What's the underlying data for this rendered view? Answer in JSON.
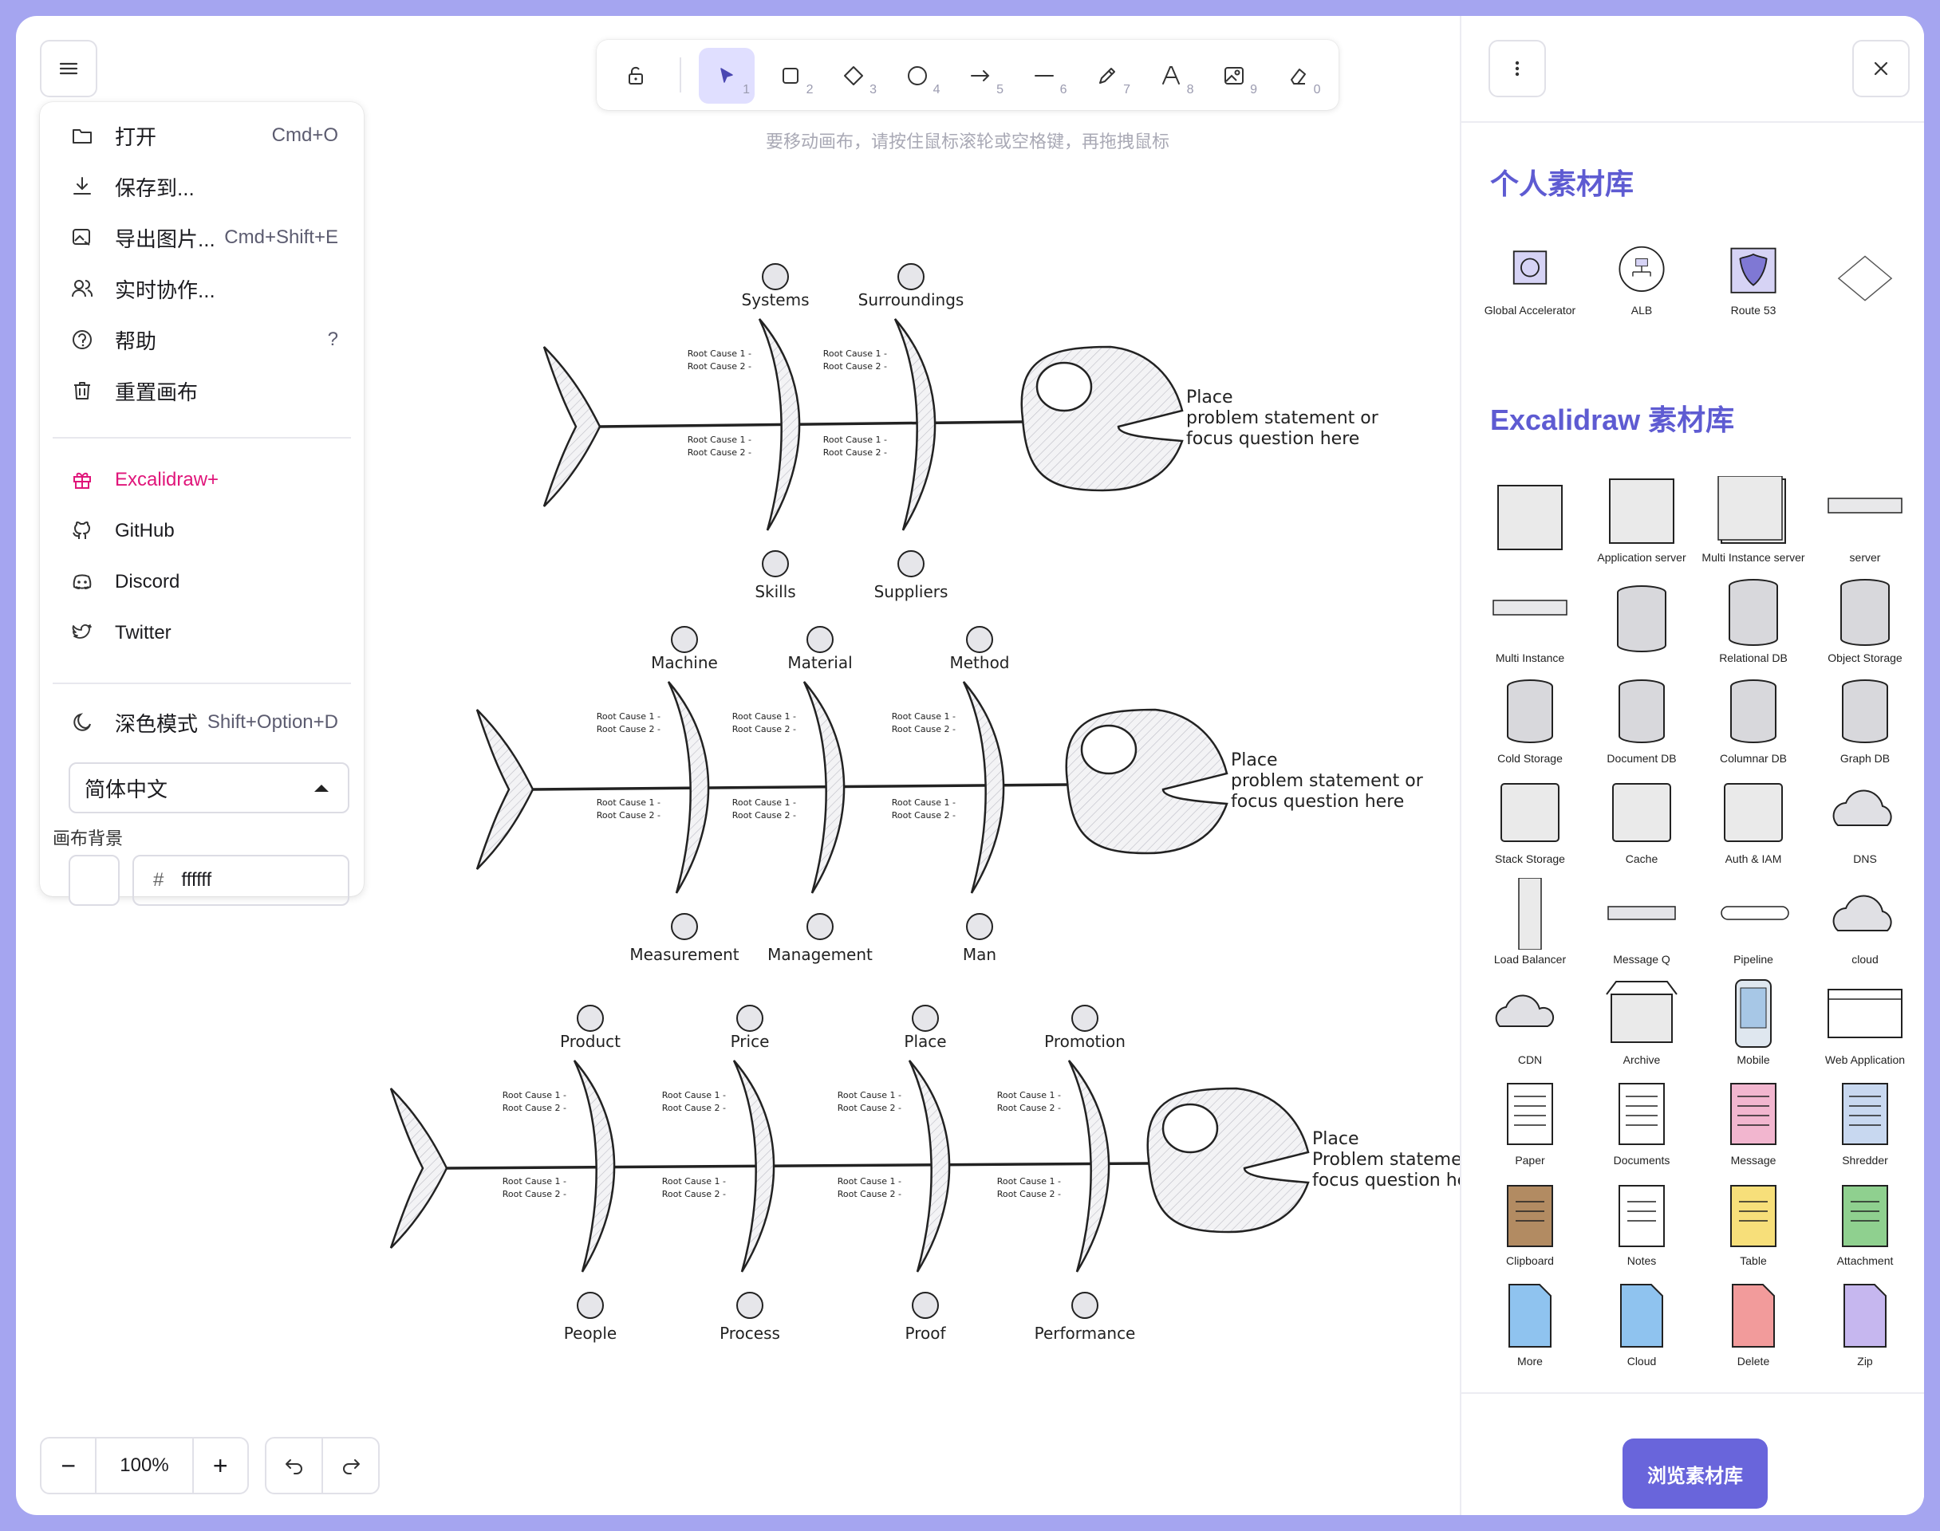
{
  "menu": {
    "items": [
      {
        "label": "打开",
        "shortcut": "Cmd+O",
        "icon": "folder-icon"
      },
      {
        "label": "保存到...",
        "shortcut": "",
        "icon": "download-icon"
      },
      {
        "label": "导出图片...",
        "shortcut": "Cmd+Shift+E",
        "icon": "export-image-icon"
      },
      {
        "label": "实时协作...",
        "shortcut": "",
        "icon": "users-icon"
      },
      {
        "label": "帮助",
        "shortcut": "?",
        "icon": "help-icon"
      },
      {
        "label": "重置画布",
        "shortcut": "",
        "icon": "trash-icon"
      }
    ],
    "links": [
      {
        "label": "Excalidraw+",
        "icon": "gift-icon"
      },
      {
        "label": "GitHub",
        "icon": "github-icon"
      },
      {
        "label": "Discord",
        "icon": "discord-icon"
      },
      {
        "label": "Twitter",
        "icon": "twitter-icon"
      }
    ],
    "dark_mode": {
      "label": "深色模式",
      "shortcut": "Shift+Option+D"
    },
    "language": "简体中文",
    "canvas_bg_label": "画布背景",
    "canvas_bg_hash": "#",
    "canvas_bg_value": "ffffff",
    "accent_link_color": "#e0157a"
  },
  "toolbar": {
    "hint": "要移动画布，请按住鼠标滚轮或空格键，再拖拽鼠标",
    "tools": [
      {
        "name": "selection-tool",
        "num": "1"
      },
      {
        "name": "rectangle-tool",
        "num": "2"
      },
      {
        "name": "diamond-tool",
        "num": "3"
      },
      {
        "name": "ellipse-tool",
        "num": "4"
      },
      {
        "name": "arrow-tool",
        "num": "5"
      },
      {
        "name": "line-tool",
        "num": "6"
      },
      {
        "name": "pencil-tool",
        "num": "7"
      },
      {
        "name": "text-tool",
        "num": "8"
      },
      {
        "name": "image-tool",
        "num": "9"
      },
      {
        "name": "eraser-tool",
        "num": "0"
      }
    ]
  },
  "zoom": {
    "level": "100%",
    "minus": "−",
    "plus": "+"
  },
  "library": {
    "personal_title": "个人素材库",
    "personal_items": [
      "Global Accelerator",
      "ALB",
      "Route 53",
      ""
    ],
    "excalidraw_title": "Excalidraw 素材库",
    "items": [
      "",
      "Application server",
      "Multi Instance server",
      "server",
      "Multi Instance",
      "",
      "Relational DB",
      "Object Storage",
      "Cold Storage",
      "Document DB",
      "Columnar DB",
      "Graph DB",
      "Stack Storage",
      "Cache",
      "Auth & IAM",
      "DNS",
      "Load Balancer",
      "Message Q",
      "Pipeline",
      "cloud",
      "CDN",
      "Archive",
      "Mobile",
      "Web Application",
      "Paper",
      "Documents",
      "Message",
      "Shredder",
      "Clipboard",
      "Notes",
      "Table",
      "Attachment",
      "More",
      "Cloud",
      "Delete",
      "Zip"
    ],
    "browse_button": "浏览素材库",
    "accent": "#5e5bd2"
  },
  "canvas": {
    "diagrams": [
      {
        "top_labels": [
          "Systems",
          "Surroundings"
        ],
        "bottom_labels": [
          "Skills",
          "Suppliers"
        ],
        "head_text": [
          "Place",
          "problem statement or",
          "focus question here"
        ]
      },
      {
        "top_labels": [
          "Machine",
          "Material",
          "Method"
        ],
        "bottom_labels": [
          "Measurement",
          "Management",
          "Man"
        ],
        "head_text": [
          "Place",
          "problem statement or",
          "focus question here"
        ]
      },
      {
        "top_labels": [
          "Product",
          "Price",
          "Place",
          "Promotion"
        ],
        "bottom_labels": [
          "People",
          "Process",
          "Proof",
          "Performance"
        ],
        "head_text": [
          "Place",
          "Problem statemen",
          "focus question he"
        ]
      }
    ],
    "root_cause_1": "Root Cause 1 -",
    "root_cause_2": "Root Cause 2 -"
  }
}
